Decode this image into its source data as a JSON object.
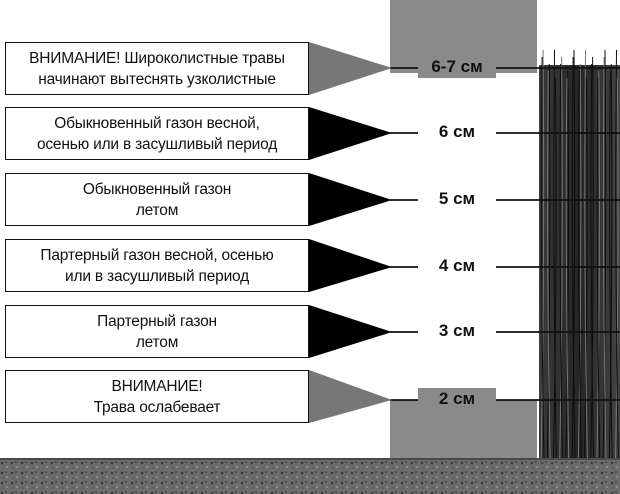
{
  "levels": [
    {
      "height": "6-7 см",
      "line1": "ВНИМАНИЕ! Широколистные травы",
      "line2": "начинают вытеснять узколистные",
      "kind": "warning"
    },
    {
      "height": "6 см",
      "line1": "Обыкновенный газон весной,",
      "line2": "осенью или в засушливый период",
      "kind": "normal"
    },
    {
      "height": "5 см",
      "line1": "Обыкновенный газон",
      "line2": "летом",
      "kind": "normal"
    },
    {
      "height": "4 см",
      "line1": "Партерный газон весной, осенью",
      "line2": "или в засушливый период",
      "kind": "normal"
    },
    {
      "height": "3 см",
      "line1": "Партерный газон",
      "line2": "летом",
      "kind": "normal"
    },
    {
      "height": "2 см",
      "line1": "ВНИМАНИЕ!",
      "line2": "Трава ослабевает",
      "kind": "warning"
    }
  ],
  "colors": {
    "warning_arrow": "#777777",
    "normal_arrow": "#000000",
    "ruler": "#8a8a8a",
    "soil": "#5a5a5a",
    "grass": "#2e2e2e"
  }
}
